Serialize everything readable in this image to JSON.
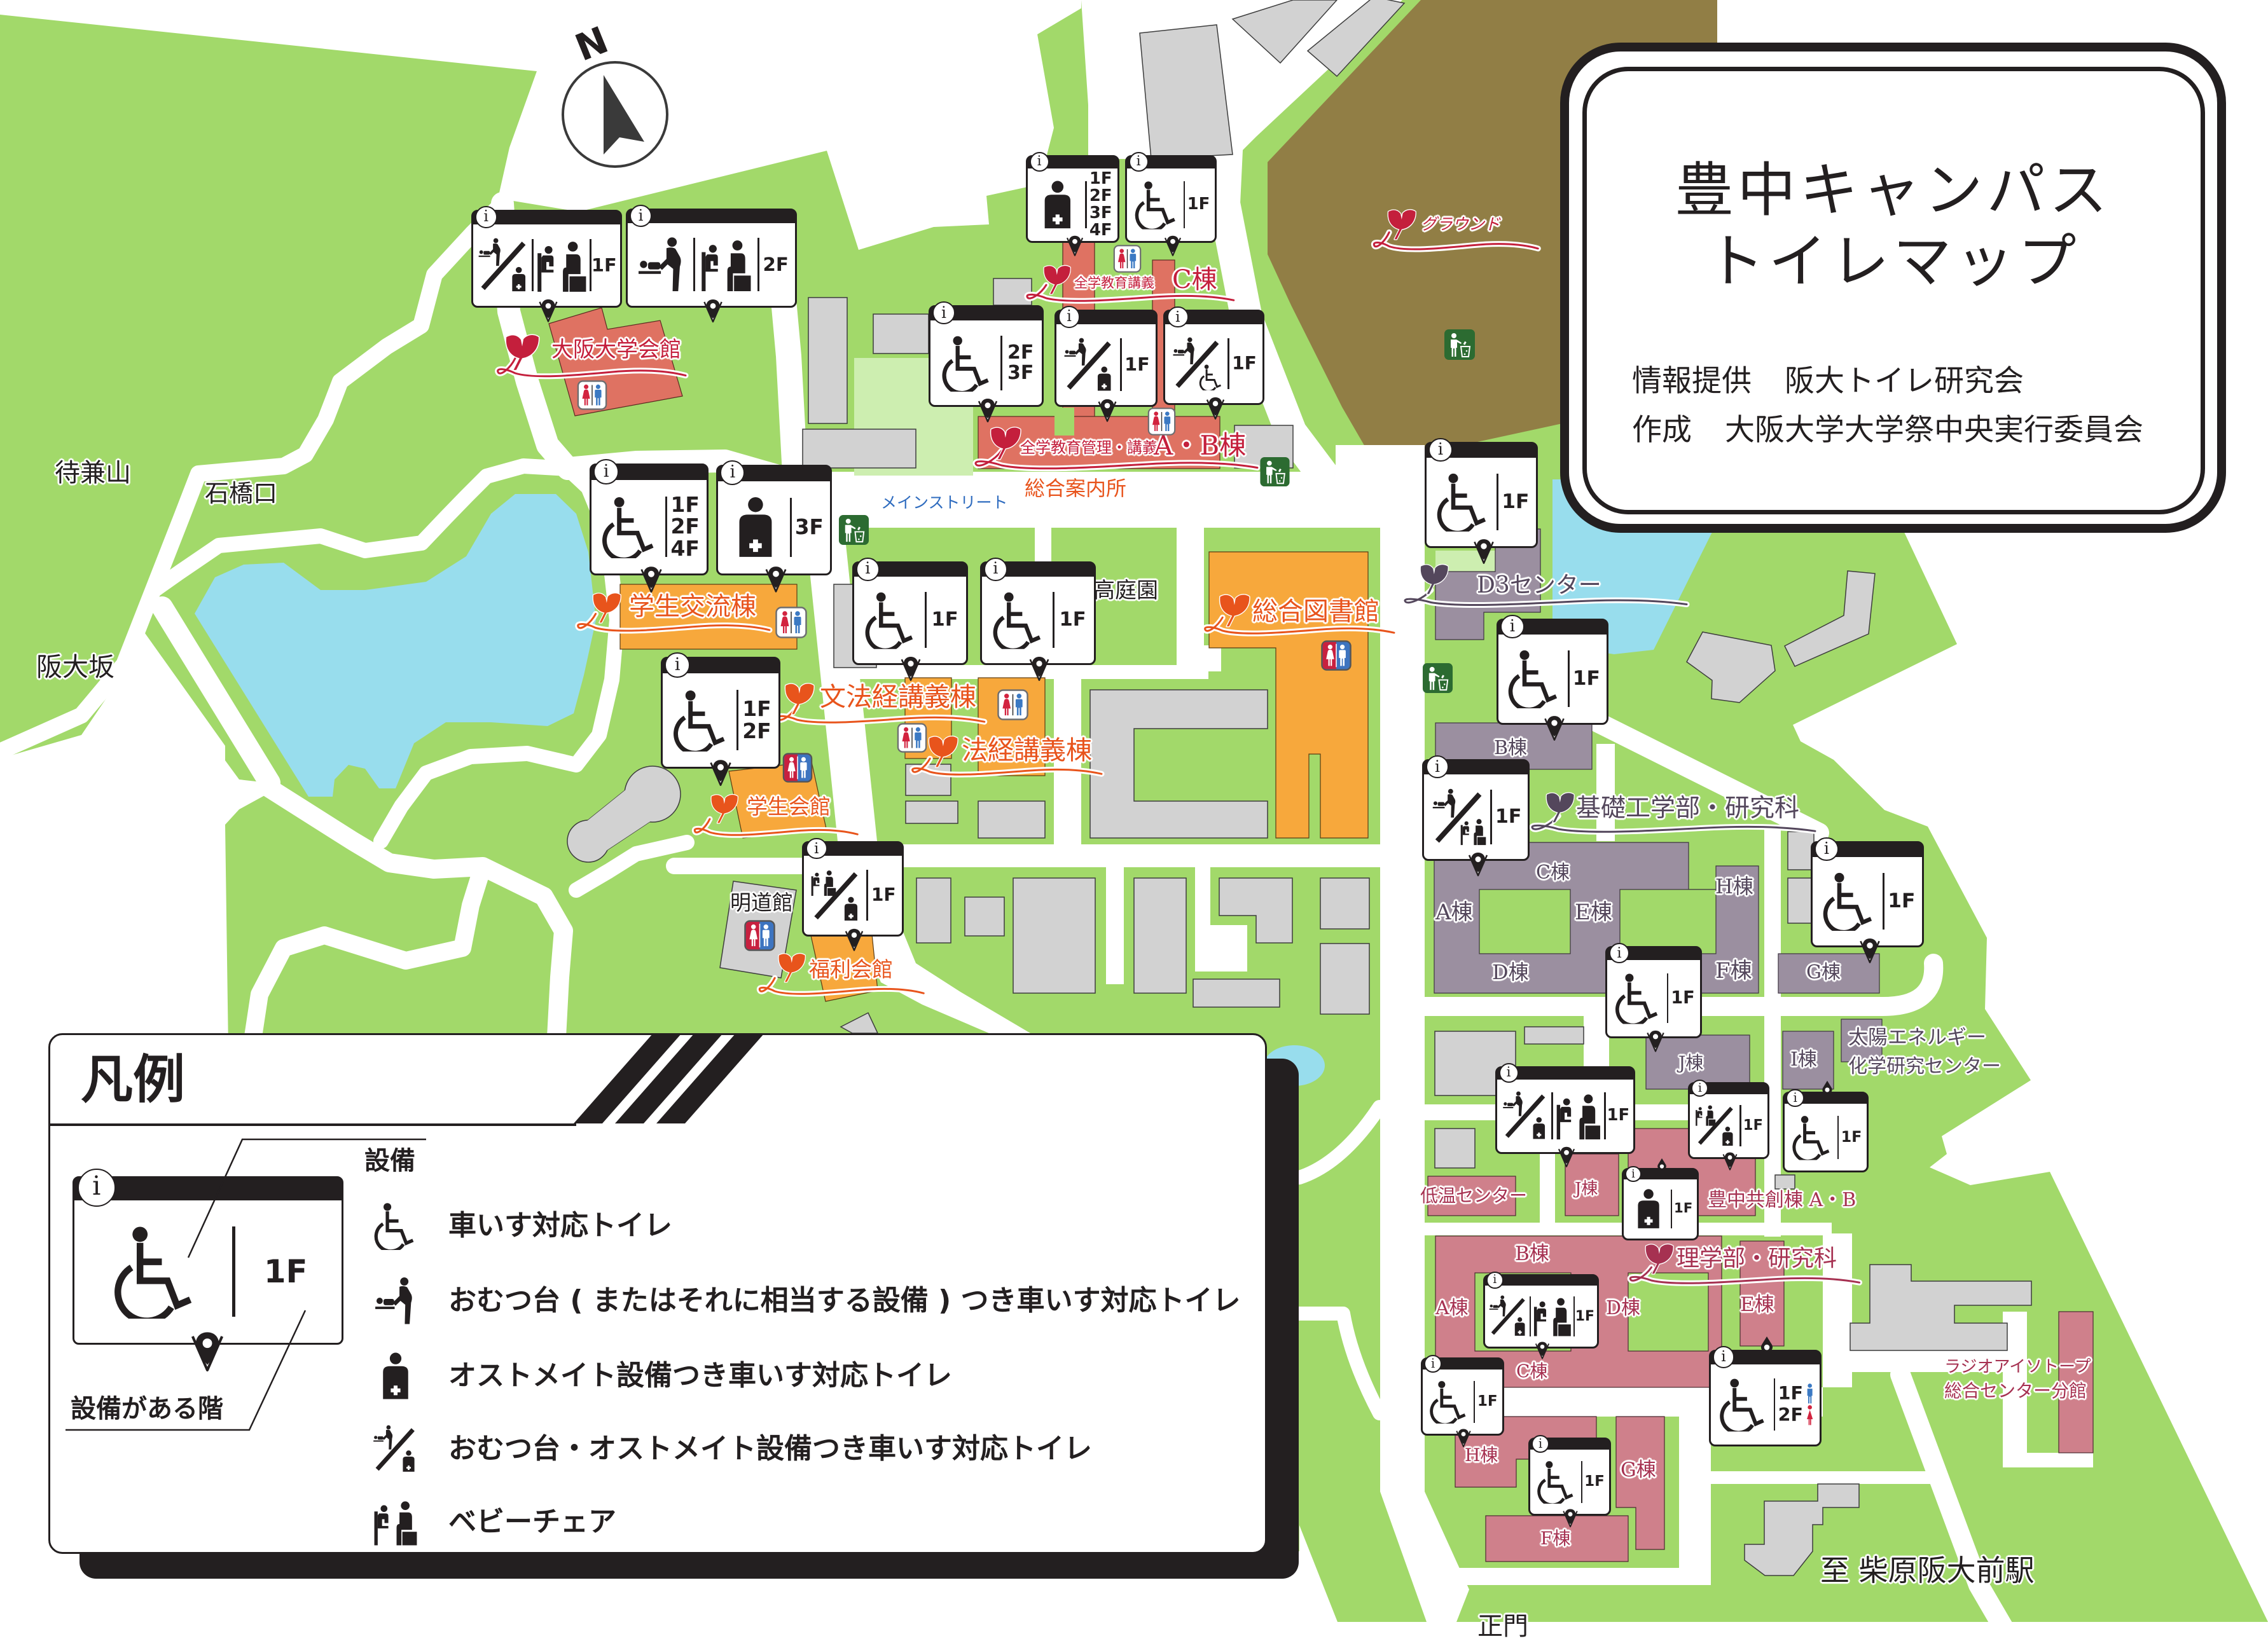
{
  "title": {
    "line1": "豊中キャンパス",
    "line2": "トイレマップ",
    "info_label": "情報提供",
    "info_value": "阪大トイレ研究会",
    "creator_label": "作成",
    "creator_value": "大阪大学大学祭中央実行委員会"
  },
  "compass": {
    "label": "N",
    "icon": "north-arrow-icon"
  },
  "card_badge": "i",
  "legend": {
    "title": "凡例",
    "facility_label": "設備",
    "floor_label": "設備がある階",
    "sample_card": {
      "icon": "wheelchair-icon",
      "floor": "1F"
    },
    "items": [
      {
        "icon": "wheelchair-icon",
        "label": "車いす対応トイレ"
      },
      {
        "icon": "diaper-table-icon",
        "label": "おむつ台 ( またはそれに相当する設備 ) つき車いす対応トイレ"
      },
      {
        "icon": "ostomate-icon",
        "label": "オストメイト設備つき車いす対応トイレ"
      },
      {
        "icon": "diaper-ostomate-icon",
        "label": "おむつ台・オストメイト設備つき車いす対応トイレ"
      },
      {
        "icon": "baby-chair-icon",
        "label": "ベビーチェア"
      }
    ]
  },
  "place_labels": [
    {
      "text": "大阪大学会館",
      "category": "red"
    },
    {
      "sub": "全学教育講義",
      "text": "C棟",
      "category": "red"
    },
    {
      "sub": "全学教育管理・講義",
      "text": "A・B棟",
      "category": "red"
    },
    {
      "text": "グラウンド",
      "category": "red"
    },
    {
      "text": "学生交流棟",
      "category": "orange"
    },
    {
      "text": "文法経講義棟",
      "category": "orange"
    },
    {
      "text": "法経講義棟",
      "category": "orange"
    },
    {
      "text": "学生会館",
      "category": "orange"
    },
    {
      "text": "福利会館",
      "category": "orange"
    },
    {
      "text": "総合図書館",
      "category": "orange"
    },
    {
      "text": "D3センター",
      "category": "purple"
    },
    {
      "text": "基礎工学部・研究科",
      "category": "purple"
    },
    {
      "text": "理学部・研究科",
      "category": "maroon"
    }
  ],
  "landmarks": {
    "info_center": "総合案内所",
    "main_street": "メインストリート",
    "machikaneyama": "待兼山",
    "ishibashi_gate": "石橋口",
    "handai_slope": "阪大坂",
    "meidokan": "明道館",
    "takaniwaen": "高庭園",
    "to_station": "至 柴原阪大前駅",
    "main_gate": "正門"
  },
  "buildings": {
    "engineering_science": [
      "B棟",
      "C棟",
      "A棟",
      "E棟",
      "H棟",
      "D棟",
      "F棟",
      "G棟",
      "J棟",
      "I棟"
    ],
    "solar_energy_center": [
      "太陽エネルギー",
      "化学研究センター"
    ],
    "science": [
      "低温センター",
      "J棟",
      "豊中共創棟 A・B",
      "B棟",
      "A棟",
      "D棟",
      "C棟",
      "E棟",
      "H棟",
      "G棟",
      "F棟"
    ],
    "radioisotope_center": [
      "ラジオアイソトープ",
      "総合センター分館"
    ]
  },
  "info_cards": [
    {
      "icons": [
        "diaper-ostomate-icon",
        "baby-chair-icon"
      ],
      "floors": [
        "1F"
      ]
    },
    {
      "icons": [
        "diaper-table-icon",
        "baby-chair-icon"
      ],
      "floors": [
        "2F"
      ]
    },
    {
      "icons": [
        "ostomate-icon"
      ],
      "floors": [
        "1F",
        "2F",
        "3F",
        "4F"
      ]
    },
    {
      "icons": [
        "wheelchair-icon"
      ],
      "floors": [
        "1F"
      ]
    },
    {
      "icons": [
        "wheelchair-icon"
      ],
      "floors": [
        "2F",
        "3F"
      ]
    },
    {
      "icons": [
        "diaper-ostomate-icon"
      ],
      "floors": [
        "1F"
      ]
    },
    {
      "icons": [
        "diaper-wheelchair-icon"
      ],
      "floors": [
        "1F"
      ]
    },
    {
      "icons": [
        "wheelchair-icon"
      ],
      "floors": [
        "1F",
        "2F",
        "4F"
      ]
    },
    {
      "icons": [
        "ostomate-icon"
      ],
      "floors": [
        "3F"
      ]
    },
    {
      "icons": [
        "wheelchair-icon"
      ],
      "floors": [
        "1F"
      ]
    },
    {
      "icons": [
        "wheelchair-icon"
      ],
      "floors": [
        "1F"
      ]
    },
    {
      "icons": [
        "wheelchair-icon"
      ],
      "floors": [
        "1F",
        "2F"
      ]
    },
    {
      "icons": [
        "babychair-ostomate-icon"
      ],
      "floors": [
        "1F"
      ]
    },
    {
      "icons": [
        "wheelchair-icon"
      ],
      "floors": [
        "1F"
      ]
    },
    {
      "icons": [
        "wheelchair-icon"
      ],
      "floors": [
        "1F"
      ]
    },
    {
      "icons": [
        "diaper-babychair-icon"
      ],
      "floors": [
        "1F"
      ]
    },
    {
      "icons": [
        "wheelchair-icon"
      ],
      "floors": [
        "1F"
      ]
    },
    {
      "icons": [
        "wheelchair-icon"
      ],
      "floors": [
        "1F"
      ]
    },
    {
      "icons": [
        "diaper-ostomate-icon",
        "baby-chair-icon"
      ],
      "floors": [
        "1F"
      ]
    },
    {
      "icons": [
        "babychair-ostomate-icon"
      ],
      "floors": [
        "1F"
      ]
    },
    {
      "icons": [
        "wheelchair-icon"
      ],
      "floors": [
        "1F"
      ]
    },
    {
      "icons": [
        "ostomate-icon"
      ],
      "floors": [
        "1F"
      ]
    },
    {
      "icons": [
        "diaper-ostomate-icon",
        "baby-chair-icon"
      ],
      "floors": [
        "1F"
      ]
    },
    {
      "icons": [
        "wheelchair-icon"
      ],
      "floors": [
        "1F"
      ]
    },
    {
      "icons": [
        "wheelchair-icon"
      ],
      "floors": [
        "1F"
      ]
    },
    {
      "icons": [
        "wheelchair-icon"
      ],
      "floors": [
        "1F",
        "2F"
      ],
      "floor_genders": [
        "male-icon",
        "female-icon"
      ]
    }
  ],
  "restroom_signs": [
    {
      "icon": "restroom-icon",
      "style": "outline"
    },
    {
      "icon": "restroom-icon",
      "style": "outline"
    },
    {
      "icon": "restroom-icon",
      "style": "outline"
    },
    {
      "icon": "restroom-icon",
      "style": "outline"
    },
    {
      "icon": "restroom-icon",
      "style": "outline"
    },
    {
      "icon": "restroom-icon",
      "style": "outline"
    },
    {
      "icon": "restroom-filled-icon",
      "style": "filled"
    },
    {
      "icon": "restroom-filled-icon",
      "style": "filled"
    },
    {
      "icon": "restroom-filled-icon",
      "style": "filled"
    }
  ],
  "trash_bins": [
    {
      "icon": "trash-bin-icon"
    },
    {
      "icon": "trash-bin-icon"
    },
    {
      "icon": "trash-bin-icon"
    },
    {
      "icon": "trash-bin-icon"
    }
  ],
  "colors": {
    "grass": "#a2d96a",
    "road": "#ffffff",
    "water": "#98dded",
    "ground": "#917e45",
    "building_gray": "#d2d2d2",
    "building_red": "#df7262",
    "building_orange": "#f7a83c",
    "building_purple": "#9b8fa0",
    "building_pink": "#cf808b",
    "label_red": "#c41f3c",
    "label_orange": "#e8541c",
    "label_purple": "#54475c",
    "label_maroon": "#a63151",
    "label_blue": "#2f6cbf",
    "restroom_female": "#d2233f",
    "restroom_male": "#3b79c3",
    "trash_bin": "#2c6b31"
  }
}
